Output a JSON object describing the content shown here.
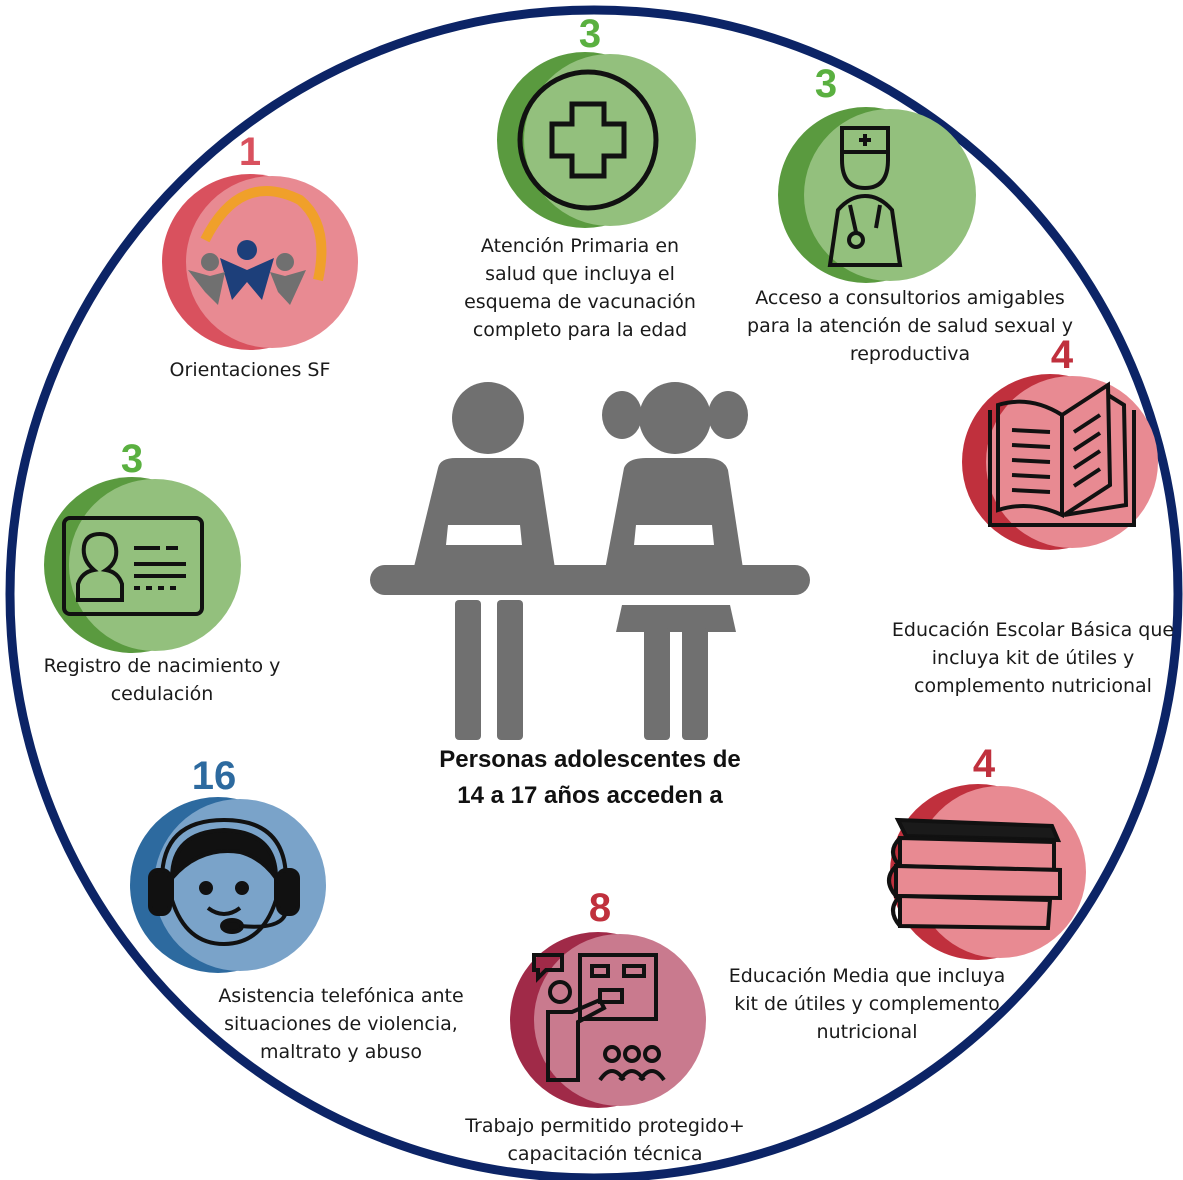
{
  "center": {
    "title_line1": "Personas adolescentes de",
    "title_line2": "14 a 17 años acceden a"
  },
  "items": [
    {
      "count": "1",
      "line1": "Orientaciones SF",
      "line2": "",
      "line3": "",
      "color": "#d9515e",
      "icon": "people-icon"
    },
    {
      "count": "3",
      "line1": "Atención Primaria en",
      "line2": "salud que incluya el",
      "line3": "esquema de vacunación",
      "line4": "completo para la edad",
      "color": "#5a9a3f",
      "icon": "medical-cross-icon"
    },
    {
      "count": "3",
      "line1": "Acceso a consultorios amigables",
      "line2": "para la atención de salud sexual y",
      "line3": "reproductiva",
      "color": "#5a9a3f",
      "icon": "doctor-icon"
    },
    {
      "count": "4",
      "line1": "Educación Escolar Básica que",
      "line2": "incluya  kit de útiles y",
      "line3": "complemento nutricional",
      "color": "#c0303d",
      "icon": "open-book-icon"
    },
    {
      "count": "4",
      "line1": "Educación Media que incluya",
      "line2": "kit de útiles y complemento",
      "line3": "nutricional",
      "color": "#c0303d",
      "icon": "books-stack-icon"
    },
    {
      "count": "8",
      "line1": "Trabajo permitido protegido+",
      "line2": "capacitación técnica",
      "line3": "",
      "color": "#a02a48",
      "icon": "teacher-presentation-icon"
    },
    {
      "count": "16",
      "line1": "Asistencia telefónica ante",
      "line2": "situaciones de violencia,",
      "line3": "maltrato y abuso",
      "color": "#2d6a9f",
      "icon": "headset-operator-icon"
    },
    {
      "count": "3",
      "line1": "Registro de nacimiento y",
      "line2": "cedulación",
      "line3": "",
      "color": "#5a9a3f",
      "icon": "id-card-icon"
    }
  ],
  "colors": {
    "ring": "#0c2466",
    "figures": "#707070",
    "green_light": "#93c07d",
    "red_light": "#e88a92",
    "blue_light": "#7aa3c9",
    "maroon_light": "#c97a8e"
  }
}
